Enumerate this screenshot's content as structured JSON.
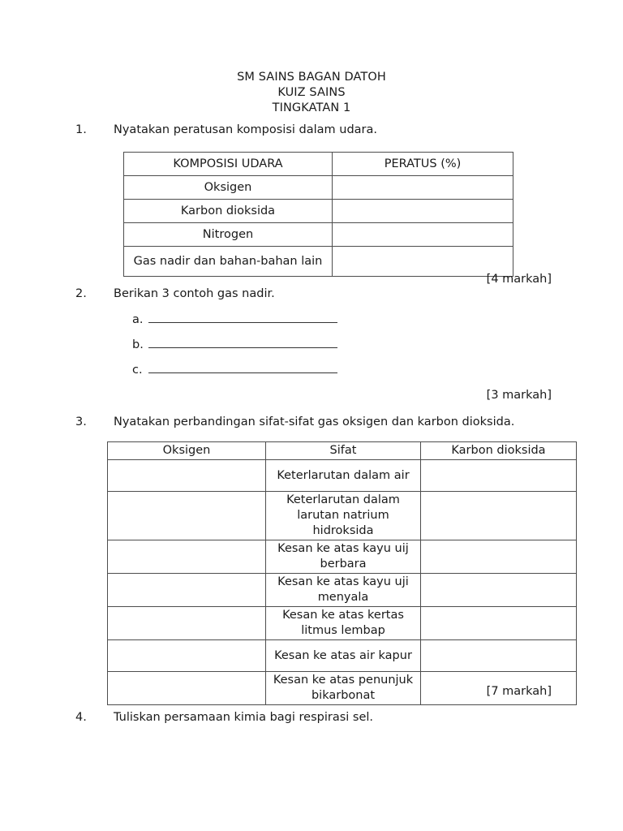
{
  "document": {
    "header_lines": [
      "SM SAINS BAGAN DATOH",
      "KUIZ SAINS",
      "TINGKATAN 1"
    ]
  },
  "questions": [
    {
      "number": "1.",
      "text": "Nyatakan peratusan komposisi dalam udara.",
      "marks": "[4 markah]"
    },
    {
      "number": "2.",
      "text": "Berikan 3 contoh gas nadir.",
      "marks": "[3 markah]",
      "answer_labels": [
        "a.",
        "b.",
        "c."
      ]
    },
    {
      "number": "3.",
      "text": "Nyatakan perbandingan sifat-sifat gas oksigen dan karbon dioksida.",
      "marks": "[7 markah]"
    },
    {
      "number": "4.",
      "text": "Tuliskan persamaan kimia bagi respirasi sel.",
      "marks": ""
    }
  ],
  "table_komposisi": {
    "headers": [
      "KOMPOSISI UDARA",
      "PERATUS (%)"
    ],
    "rows": [
      {
        "label": "Oksigen",
        "value": ""
      },
      {
        "label": "Karbon dioksida",
        "value": ""
      },
      {
        "label": "Nitrogen",
        "value": ""
      },
      {
        "label": "Gas nadir dan bahan-bahan lain",
        "value": ""
      }
    ]
  },
  "table_sifat": {
    "headers": [
      "Oksigen",
      "Sifat",
      "Karbon dioksida"
    ],
    "rows": [
      {
        "oksigen": "",
        "sifat": "Keterlarutan dalam air",
        "karbon_dioksida": ""
      },
      {
        "oksigen": "",
        "sifat": "Keterlarutan dalam larutan natrium hidroksida",
        "karbon_dioksida": ""
      },
      {
        "oksigen": "",
        "sifat": "Kesan ke atas kayu uij berbara",
        "karbon_dioksida": ""
      },
      {
        "oksigen": "",
        "sifat": "Kesan ke atas kayu uji menyala",
        "karbon_dioksida": ""
      },
      {
        "oksigen": "",
        "sifat": "Kesan ke atas kertas litmus lembap",
        "karbon_dioksida": ""
      },
      {
        "oksigen": "",
        "sifat": "Kesan ke atas air kapur",
        "karbon_dioksida": ""
      },
      {
        "oksigen": "",
        "sifat": "Kesan ke atas penunjuk bikarbonat",
        "karbon_dioksida": ""
      }
    ]
  }
}
